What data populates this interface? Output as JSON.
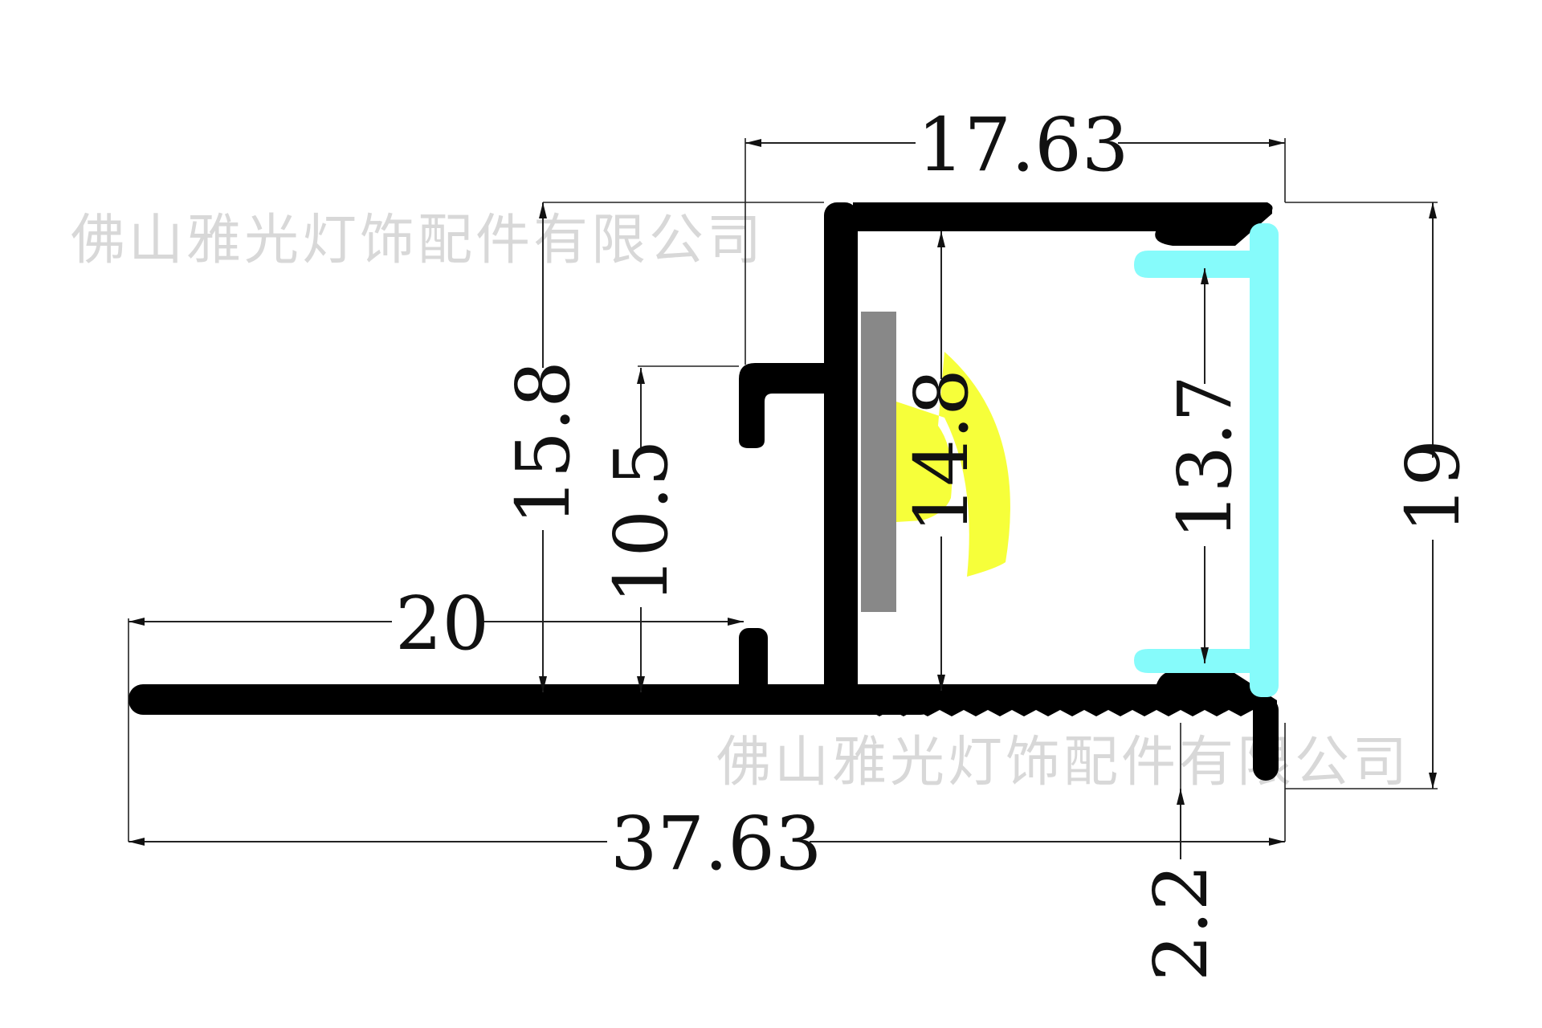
{
  "watermark": {
    "text": "佛山雅光灯饰配件有限公司"
  },
  "colors": {
    "profile": "#000000",
    "diffuser": "#86fbfb",
    "led_strip": "#888888",
    "light_beam": "#f6ff3a",
    "dimension": "#222222",
    "watermark": "#d8d8d8"
  },
  "dimensions": {
    "top_width": "17.63",
    "total_width": "37.63",
    "flange_width": "20",
    "total_height": "19",
    "outer_height": "15.8",
    "clip_height": "10.5",
    "inner_height": "14.8",
    "diffuser_height": "13.7",
    "bottom_lip": "2.2"
  }
}
